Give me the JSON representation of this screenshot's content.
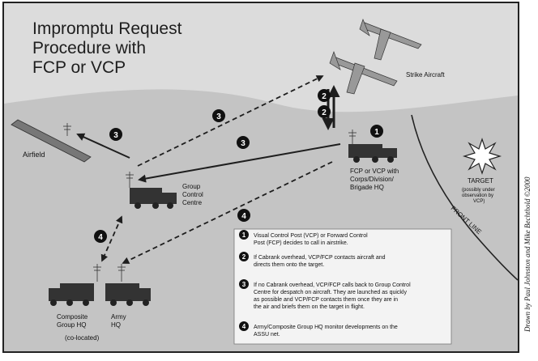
{
  "title": {
    "line1": "Impromptu Request",
    "line2": "Procedure with",
    "line3": "FCP or VCP"
  },
  "labels": {
    "strike_aircraft": "Strike Aircraft",
    "airfield": "Airfield",
    "gcc_line1": "Group",
    "gcc_line2": "Control",
    "gcc_line3": "Centre",
    "fcp_line1": "FCP or VCP with",
    "fcp_line2": "Corps/Division/",
    "fcp_line3": "Brigade HQ",
    "target": "TARGET",
    "target_note1": "(possibly under",
    "target_note2": "observation by",
    "target_note3": "VCP)",
    "front_line": "FRONT LINE",
    "composite_line1": "Composite",
    "composite_line2": "Group HQ",
    "army_line1": "Army",
    "army_line2": "HQ",
    "colocated": "(co-located)"
  },
  "arrow_badges": {
    "step1": "1",
    "step2": "2",
    "step3": "3",
    "step4": "4"
  },
  "legend": [
    {
      "num": "1",
      "lines": [
        "Visual Control Post (VCP) or Forward Control",
        "Post (FCP) decides to call in airstrike."
      ]
    },
    {
      "num": "2",
      "lines": [
        "If Cabrank overhead, VCP/FCP contacts aircraft and",
        "directs them onto the target."
      ]
    },
    {
      "num": "3",
      "lines": [
        "If no Cabrank overhead, VCP/FCP calls back to Group Control",
        "Centre for despatch on aircraft. They are launched as quickly",
        "as possible and VCP/FCP contacts them once they are in",
        "the air and briefs them on the target in flight."
      ]
    },
    {
      "num": "4",
      "lines": [
        "Army/Composite Group HQ monitor developments on the",
        "ASSU net."
      ]
    }
  ],
  "credit": "Drawn by Paul Johnston and Mike Bechthold ©2000",
  "colors": {
    "sky": "#dcdcdc",
    "ground": "#c4c4c4",
    "ink": "#1e1e1e",
    "legend_bg": "#f3f3f3"
  }
}
